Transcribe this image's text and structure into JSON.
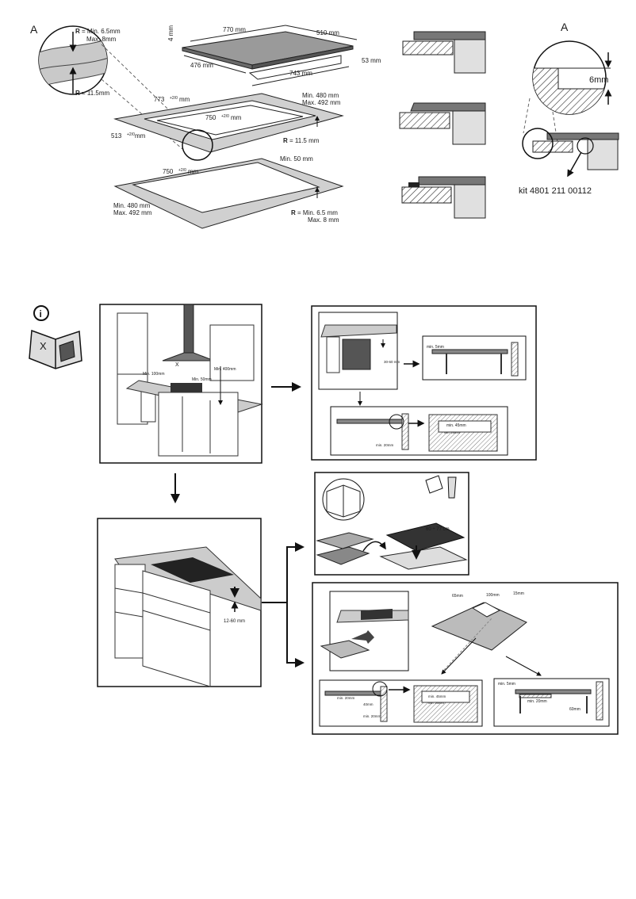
{
  "top": {
    "label_a_left": "A",
    "detail_r_top_prefix": "R",
    "detail_r_top_1": "= Min. 6.5mm",
    "detail_r_top_2": "Max. 8mm",
    "detail_r_bottom_prefix": "R",
    "detail_r_bottom": "= 11.5mm",
    "hob_thickness": "4 mm",
    "hob_width": "770 mm",
    "hob_depth": "510 mm",
    "hob_height": "53 mm",
    "hob_inner_depth": "476 mm",
    "hob_inner_width": "743 mm",
    "frame_outer_width": "773",
    "frame_outer_width_tol": "+2/0",
    "frame_outer_width_unit": "mm",
    "frame_inner_width": "750",
    "frame_inner_width_tol": "+2/0",
    "frame_inner_width_unit": "mm",
    "frame_outer_depth": "513",
    "frame_outer_depth_tol": "+2/0",
    "frame_outer_depth_unit": "mm",
    "frame_min_depth_1": "Min. 480 mm",
    "frame_min_depth_2": "Max. 492 mm",
    "frame_r_prefix": "R",
    "frame_r": "= 11.5 mm",
    "cutout_width": "750",
    "cutout_width_tol": "+2/0",
    "cutout_width_unit": "mm",
    "cutout_min": "Min. 50 mm",
    "cutout_depth_1": "Min. 480 mm",
    "cutout_depth_2": "Max. 492 mm",
    "cutout_r_prefix": "R",
    "cutout_r_1": "= Min. 6.5 mm",
    "cutout_r_2": "Max. 8 mm",
    "label_a_right": "A",
    "detail_gap": "6mm",
    "kit_label": "kit 4801 211 00112"
  },
  "bottom": {
    "info_icon": "i",
    "book_mark": "X",
    "kitchen_min_100": "Min. 100mm",
    "kitchen_x": "X",
    "kitchen_min_50": "Min. 50mm",
    "kitchen_min_400": "Min. 400mm",
    "oven_range": "30-60 mm",
    "wall_min_5": "min. 5mm",
    "min_45": "min. 45mm",
    "min_20_a": "min. 20mm",
    "min_20_b": "min. 20mm",
    "counter_range": "12-60 mm",
    "cutout_range": "60 ÷ 77 cm",
    "panel_65": "65mm",
    "panel_100": "100mm",
    "panel_15": "15mm",
    "panel_min_20": "min. 20mm",
    "panel_min_45": "min. 45mm",
    "panel_40": "40mm",
    "panel_min_20_b": "min. 20mm",
    "panel_min_20_c": "min. 20mm",
    "panel_min_5": "min. 5mm",
    "panel_min_20_d": "min. 20mm",
    "panel_60": "60mm"
  }
}
